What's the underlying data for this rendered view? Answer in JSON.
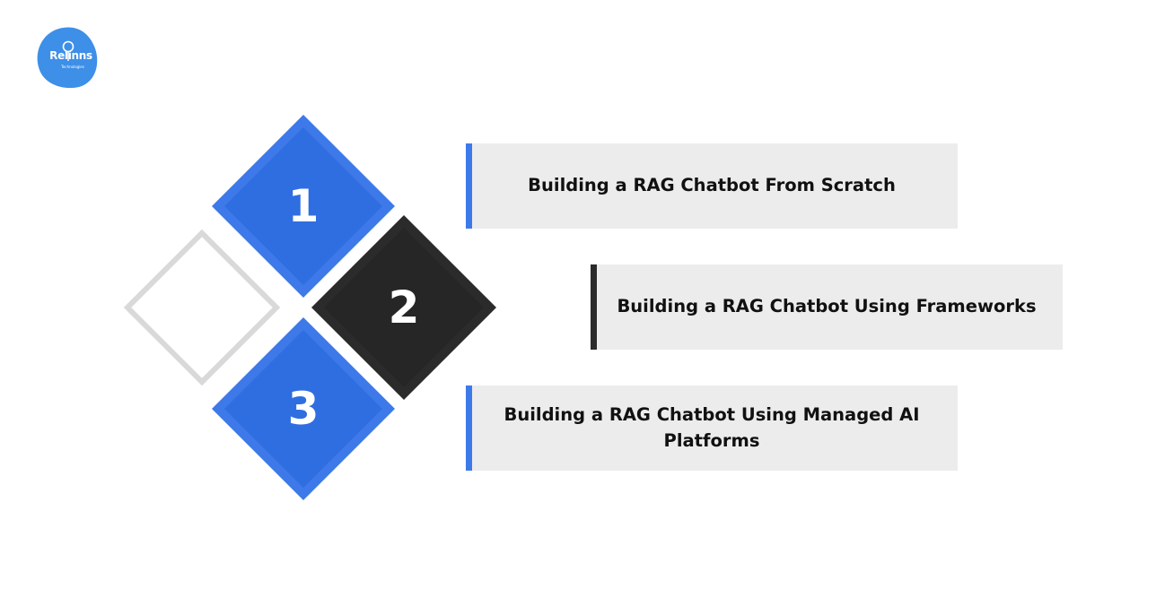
{
  "logo": {
    "name": "Relinns",
    "tagline": "Technologies",
    "color": "#3d8fe8"
  },
  "steps": [
    {
      "number": "1",
      "label": "Building a RAG Chatbot From Scratch",
      "color": "#3e79ea",
      "bar_color": "#3e79ea"
    },
    {
      "number": "2",
      "label": "Building a RAG Chatbot Using Frameworks",
      "color": "#2b2b2b",
      "bar_color": "#2b2b2b"
    },
    {
      "number": "3",
      "label": "Building a RAG Chatbot Using Managed AI Platforms",
      "color": "#3e79ea",
      "bar_color": "#3e79ea"
    }
  ],
  "colors": {
    "outline_diamond": "#d9d9d9",
    "card_background": "#ececec"
  }
}
